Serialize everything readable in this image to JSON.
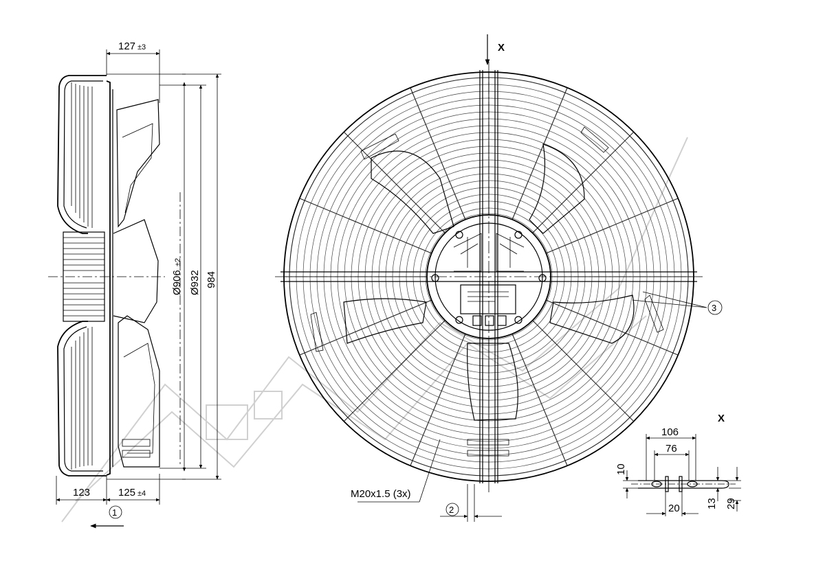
{
  "dimensions": {
    "depth_top": "127",
    "depth_top_tol": "±3",
    "dia_inner": "Ø906",
    "dia_inner_tol": "±2",
    "dia_mid": "Ø932",
    "dia_outer": "984",
    "base_left": "123",
    "base_right": "125",
    "base_right_tol": "±4",
    "thread": "M20x1.5 (3x)",
    "detail_106": "106",
    "detail_76": "76",
    "detail_10": "10",
    "detail_20": "20",
    "detail_13": "13",
    "detail_29": "29"
  },
  "callouts": {
    "one": "1",
    "two": "2",
    "three": "3"
  },
  "view_labels": {
    "arrow_x": "X",
    "detail_x": "X"
  }
}
